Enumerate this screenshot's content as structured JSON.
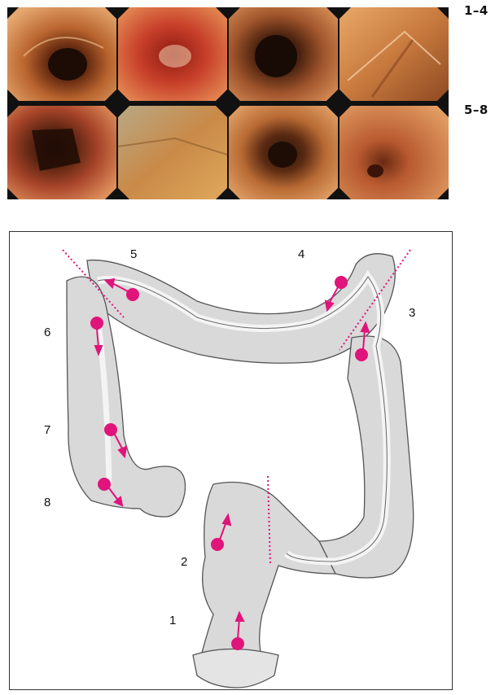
{
  "endoscopy": {
    "row1_label": "1–4",
    "row2_label": "5–8",
    "images": [
      {
        "index": 1,
        "tint": "#b9642e"
      },
      {
        "index": 2,
        "tint": "#c8402a"
      },
      {
        "index": 3,
        "tint": "#a0552c"
      },
      {
        "index": 4,
        "tint": "#c87a3e"
      },
      {
        "index": 5,
        "tint": "#a8452a"
      },
      {
        "index": 6,
        "tint": "#c98a48"
      },
      {
        "index": 7,
        "tint": "#b86a34"
      },
      {
        "index": 8,
        "tint": "#b85a30"
      }
    ]
  },
  "diagram": {
    "labels": [
      "1",
      "2",
      "3",
      "4",
      "5",
      "6",
      "7",
      "8"
    ],
    "colors": {
      "marker": "#e0147a",
      "colon_fill": "#d9d9d9",
      "lumen": "#f4f4f4",
      "outline": "#555555"
    }
  }
}
